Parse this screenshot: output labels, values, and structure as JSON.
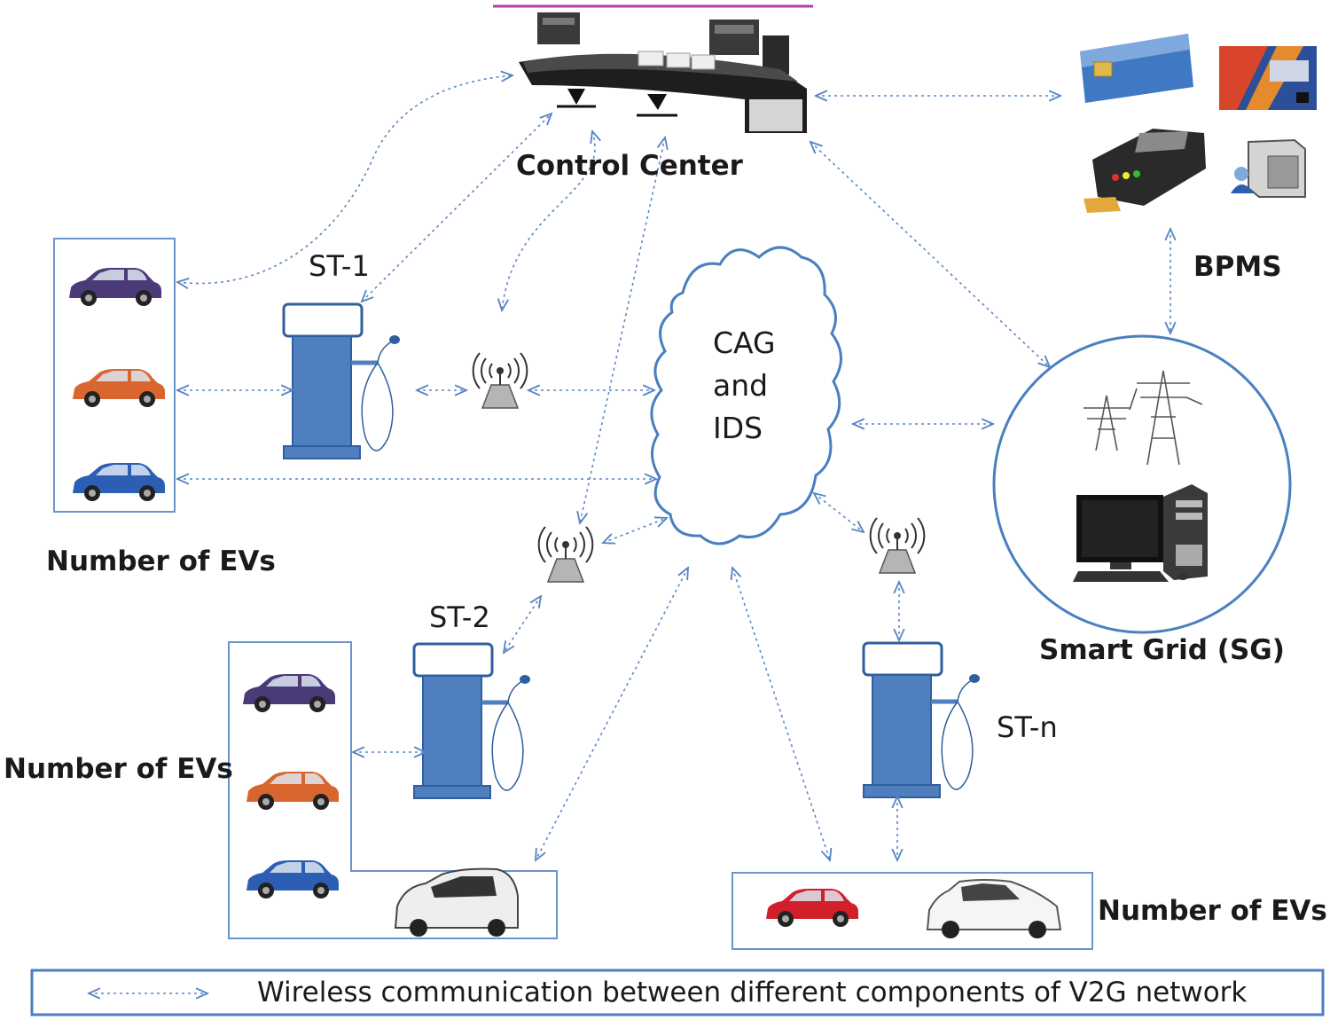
{
  "labels": {
    "control_center": "Control Center",
    "bpms": "BPMS",
    "smart_grid": "Smart Grid (SG)",
    "st1": "ST-1",
    "st2": "ST-2",
    "stn": "ST-n",
    "evs_1": "Number of EVs",
    "evs_2": "Number of EVs",
    "evs_3": "Number of EVs",
    "cag_line1": "CAG",
    "cag_line2": "and",
    "cag_line3": "IDS"
  },
  "legend": {
    "text": "Wireless communication between different components of V2G network"
  },
  "colors": {
    "arrow": "#5a86c5",
    "station_fill": "#4f7fbe",
    "station_stroke": "#2f5f9e",
    "border": "#6a95cc",
    "cloud_stroke": "#4a7fc0",
    "car_purple": "#4a3a78",
    "car_orange": "#d9662e",
    "car_blue": "#2c5fb3",
    "car_red": "#d11f2b",
    "car_white": "#f2f2f2"
  },
  "icons": [
    "control-desk-icon",
    "smart-card-icon",
    "credit-card-icon",
    "card-reader-icon",
    "server-icon",
    "transmission-tower-icon",
    "desktop-computer-icon",
    "wireless-antenna-icon",
    "charging-station-icon",
    "car-icon"
  ]
}
